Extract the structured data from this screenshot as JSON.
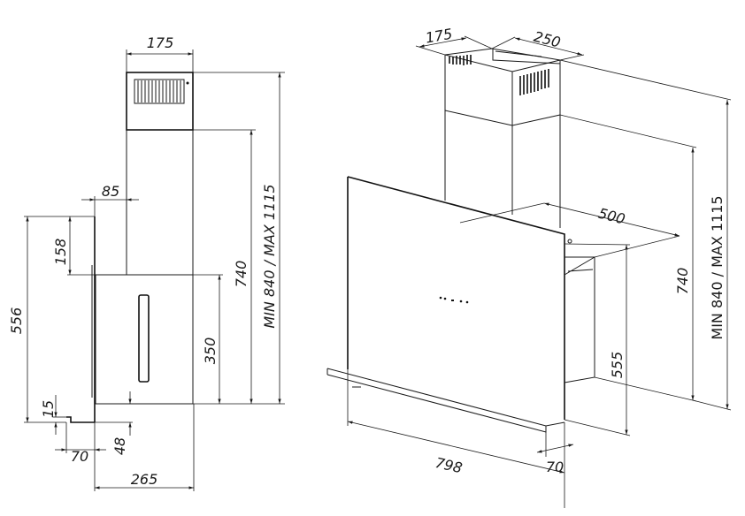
{
  "side_view": {
    "dim_chimney_width": "175",
    "dim_height_range": "MIN 840 / MAX 1115",
    "dim_740": "740",
    "dim_350": "350",
    "dim_556": "556",
    "dim_158": "158",
    "dim_85": "85",
    "dim_15": "15",
    "dim_70": "70",
    "dim_48": "48",
    "dim_265": "265"
  },
  "iso_view": {
    "dim_175": "175",
    "dim_250": "250",
    "dim_500": "500",
    "dim_555": "555",
    "dim_740": "740",
    "dim_height_range": "MIN 840 / MAX 1115",
    "dim_798": "798",
    "dim_70": "70"
  }
}
